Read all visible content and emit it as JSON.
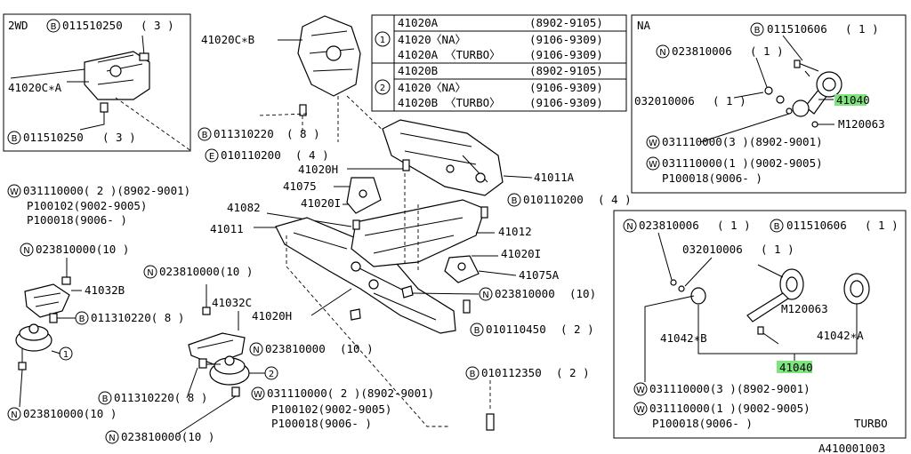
{
  "top_left_box": {
    "title": "2WD",
    "bolt_code": "011510250",
    "bolt_qty": "( 3  )",
    "part_label": "41020C∗A",
    "bolt2_code": "011510250",
    "bolt2_qty": "( 3  )"
  },
  "variant_table": {
    "rows": [
      {
        "group": "1",
        "part": "41020A",
        "spec": "",
        "range": "(8902-9105)"
      },
      {
        "group": "1",
        "part": "41020",
        "spec": "〈NA〉",
        "range": "(9106-9309)"
      },
      {
        "group": "1",
        "part": "41020A",
        "spec": "〈TURBO〉",
        "range": "(9106-9309)"
      },
      {
        "group": "2",
        "part": "41020B",
        "spec": "",
        "range": "(8902-9105)"
      },
      {
        "group": "2",
        "part": "41020",
        "spec": "〈NA〉",
        "range": "(9106-9309)"
      },
      {
        "group": "2",
        "part": "41020B",
        "spec": "〈TURBO〉",
        "range": "(9106-9309)"
      }
    ],
    "group_1": "1",
    "group_2": "2"
  },
  "na_box": {
    "title": "NA",
    "b_code": "011510606",
    "b_qty": "( 1  )",
    "n_code": "023810006",
    "n_qty": "( 1  )",
    "washer_code": "032010006",
    "washer_qty": "( 1  )",
    "highlight_part": "41040",
    "m_code": "M120063",
    "w1": "031110000(3  )(8902-9001)",
    "w2": "031110000(1  )(9002-9005)",
    "p": "P100018(9006-           )"
  },
  "turbo_box": {
    "n_code": "023810006",
    "n_qty": "( 1  )",
    "b_code": "011510606",
    "b_qty": "( 1  )",
    "washer_code": "032010006",
    "washer_qty": "( 1  )",
    "m_code": "M120063",
    "left_part": "41042∗B",
    "right_part": "41042∗A",
    "highlight_part": "41040",
    "w1": "031110000(3  )(8902-9001)",
    "w2": "031110000(1  )(9002-9005)",
    "p": "P100018(9006-           )",
    "tag": "TURBO"
  },
  "center_labels": {
    "crossmember_top": "41020C∗B",
    "b_011310220": "011310220",
    "b_011310220_qty": "( 8  )",
    "e_010110200": "010110200",
    "e_010110200_qty": "( 4  )",
    "p41020H_top": "41020H",
    "p41075": "41075",
    "p41020I_top": "41020I",
    "p41082": "41082",
    "p41011": "41011",
    "p41011A": "41011A",
    "b_010110200_right": "010110200",
    "b_010110200_right_qty": "( 4  )",
    "p41012": "41012",
    "p41020I_right": "41020I",
    "p41075A": "41075A",
    "n_right": "023810000",
    "n_right_qty": "(10)",
    "p41020H_bottom": "41020H",
    "n_center": "023810000",
    "n_center_qty": "(10  )",
    "b_010110450": "010110450",
    "b_010110450_qty": "( 2  )",
    "b_010112350": "010112350",
    "b_010112350_qty": "( 2  )"
  },
  "left_labels": {
    "w_top": "031110000( 2  )(8902-9001)",
    "p1": "P100102(9002-9005)",
    "p2": "P100018(9006-         )",
    "n_top": "023810000(10  )",
    "p41032B": "41032B",
    "b_left": "011310220( 8  )",
    "group1": "1",
    "n_bottom": "023810000(10  )",
    "n_mid": "023810000(10  )",
    "p41032C": "41032C",
    "group2": "2",
    "b_mid": "011310220( 8  )",
    "w_mid": "031110000( 2  )(8902-9001)",
    "p3": "P100102(9002-9005)",
    "p4": "P100018(9006-         )",
    "n_mid2": "023810000(10  )"
  },
  "footer": {
    "ref": "A410001003"
  },
  "colors": {
    "highlight": "#7ee57e",
    "ink": "#000000"
  }
}
